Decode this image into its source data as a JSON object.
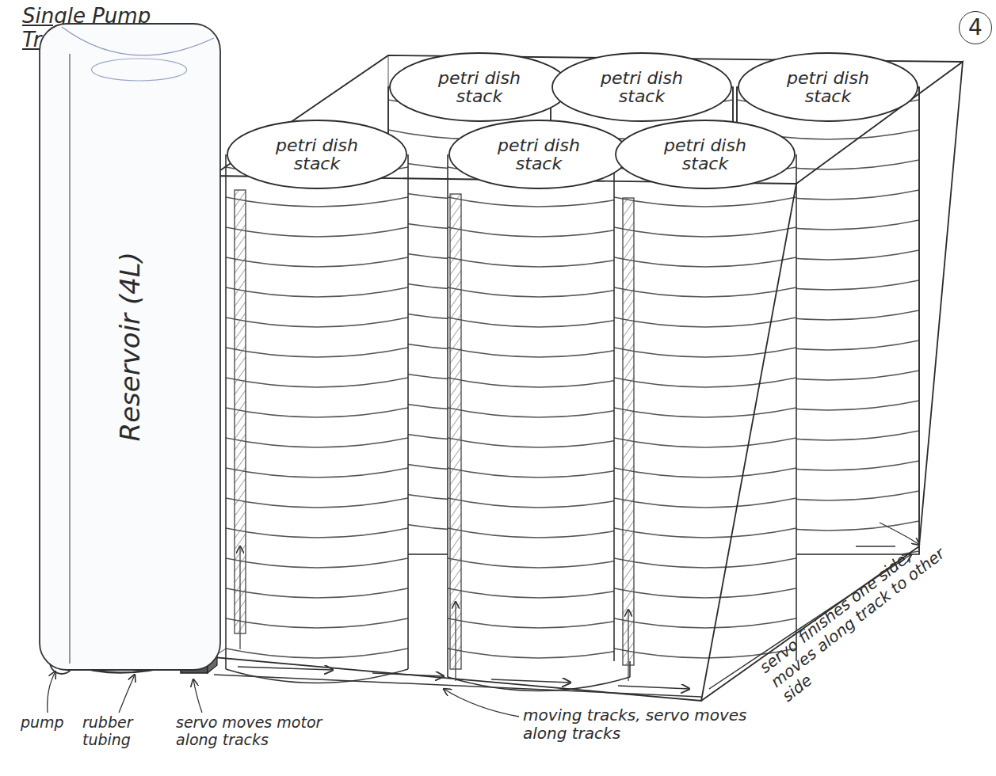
{
  "diagram": {
    "title": "Single Pump Track Pourer",
    "nodes": [
      {
        "text": [
          "Reservoir (4L)"
        ]
      },
      {
        "text": [
          "petri dish stack"
        ]
      },
      {
        "text": [
          "petri dish stack"
        ]
      },
      {
        "text": [
          "petri dish stack"
        ]
      },
      {
        "text": [
          "petri dish stack"
        ]
      },
      {
        "text": [
          "petri dish stack"
        ]
      },
      {
        "text": [
          "petri dish stack"
        ]
      }
    ],
    "labels": [
      "4",
      "pump",
      "rubber tubing",
      "servo moves motor along tracks",
      "moving tracks, servo moves along tracks",
      "servo finishes one side, moves along track to other side"
    ]
  }
}
